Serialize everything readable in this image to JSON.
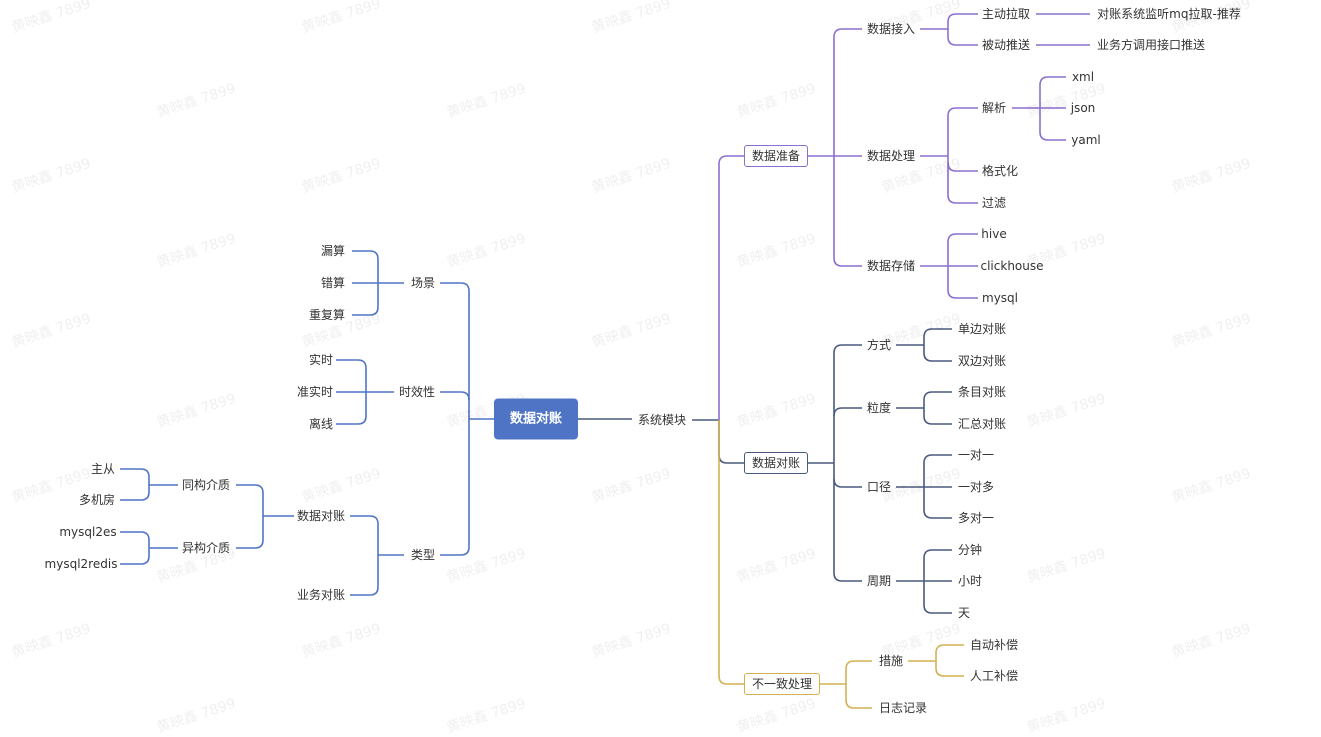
{
  "watermark": "黄映鑫 7899",
  "colors": {
    "left_branch": "#4f74c6",
    "prep_branch": "#8b6fd0",
    "recon_branch": "#4a5a7e",
    "handle_branch": "#d4b052"
  },
  "mindmap": {
    "root": "数据对账",
    "left": {
      "scene": {
        "label": "场景",
        "items": [
          "漏算",
          "错算",
          "重复算"
        ]
      },
      "timeliness": {
        "label": "时效性",
        "items": [
          "实时",
          "准实时",
          "离线"
        ]
      },
      "type": {
        "label": "类型",
        "data_recon": {
          "label": "数据对账",
          "homogeneous": {
            "label": "同构介质",
            "items": [
              "主从",
              "多机房"
            ]
          },
          "heterogeneous": {
            "label": "异构介质",
            "items": [
              "mysql2es",
              "mysql2redis"
            ]
          }
        },
        "business_recon": "业务对账"
      }
    },
    "right": {
      "system": "系统模块",
      "prep": {
        "label": "数据准备",
        "ingest": {
          "label": "数据接入",
          "pull": {
            "label": "主动拉取",
            "detail": "对账系统监听mq拉取-推荐"
          },
          "push": {
            "label": "被动推送",
            "detail": "业务方调用接口推送"
          }
        },
        "process": {
          "label": "数据处理",
          "parse": {
            "label": "解析",
            "items": [
              "xml",
              "json",
              "yaml"
            ]
          },
          "format": "格式化",
          "filter": "过滤"
        },
        "storage": {
          "label": "数据存储",
          "items": [
            "hive",
            "clickhouse",
            "mysql"
          ]
        }
      },
      "recon": {
        "label": "数据对账",
        "method": {
          "label": "方式",
          "items": [
            "单边对账",
            "双边对账"
          ]
        },
        "granularity": {
          "label": "粒度",
          "items": [
            "条目对账",
            "汇总对账"
          ]
        },
        "caliber": {
          "label": "口径",
          "items": [
            "一对一",
            "一对多",
            "多对一"
          ]
        },
        "period": {
          "label": "周期",
          "items": [
            "分钟",
            "小时",
            "天"
          ]
        }
      },
      "handle": {
        "label": "不一致处理",
        "measures": {
          "label": "措施",
          "items": [
            "自动补偿",
            "人工补偿"
          ]
        },
        "log": "日志记录"
      }
    }
  }
}
